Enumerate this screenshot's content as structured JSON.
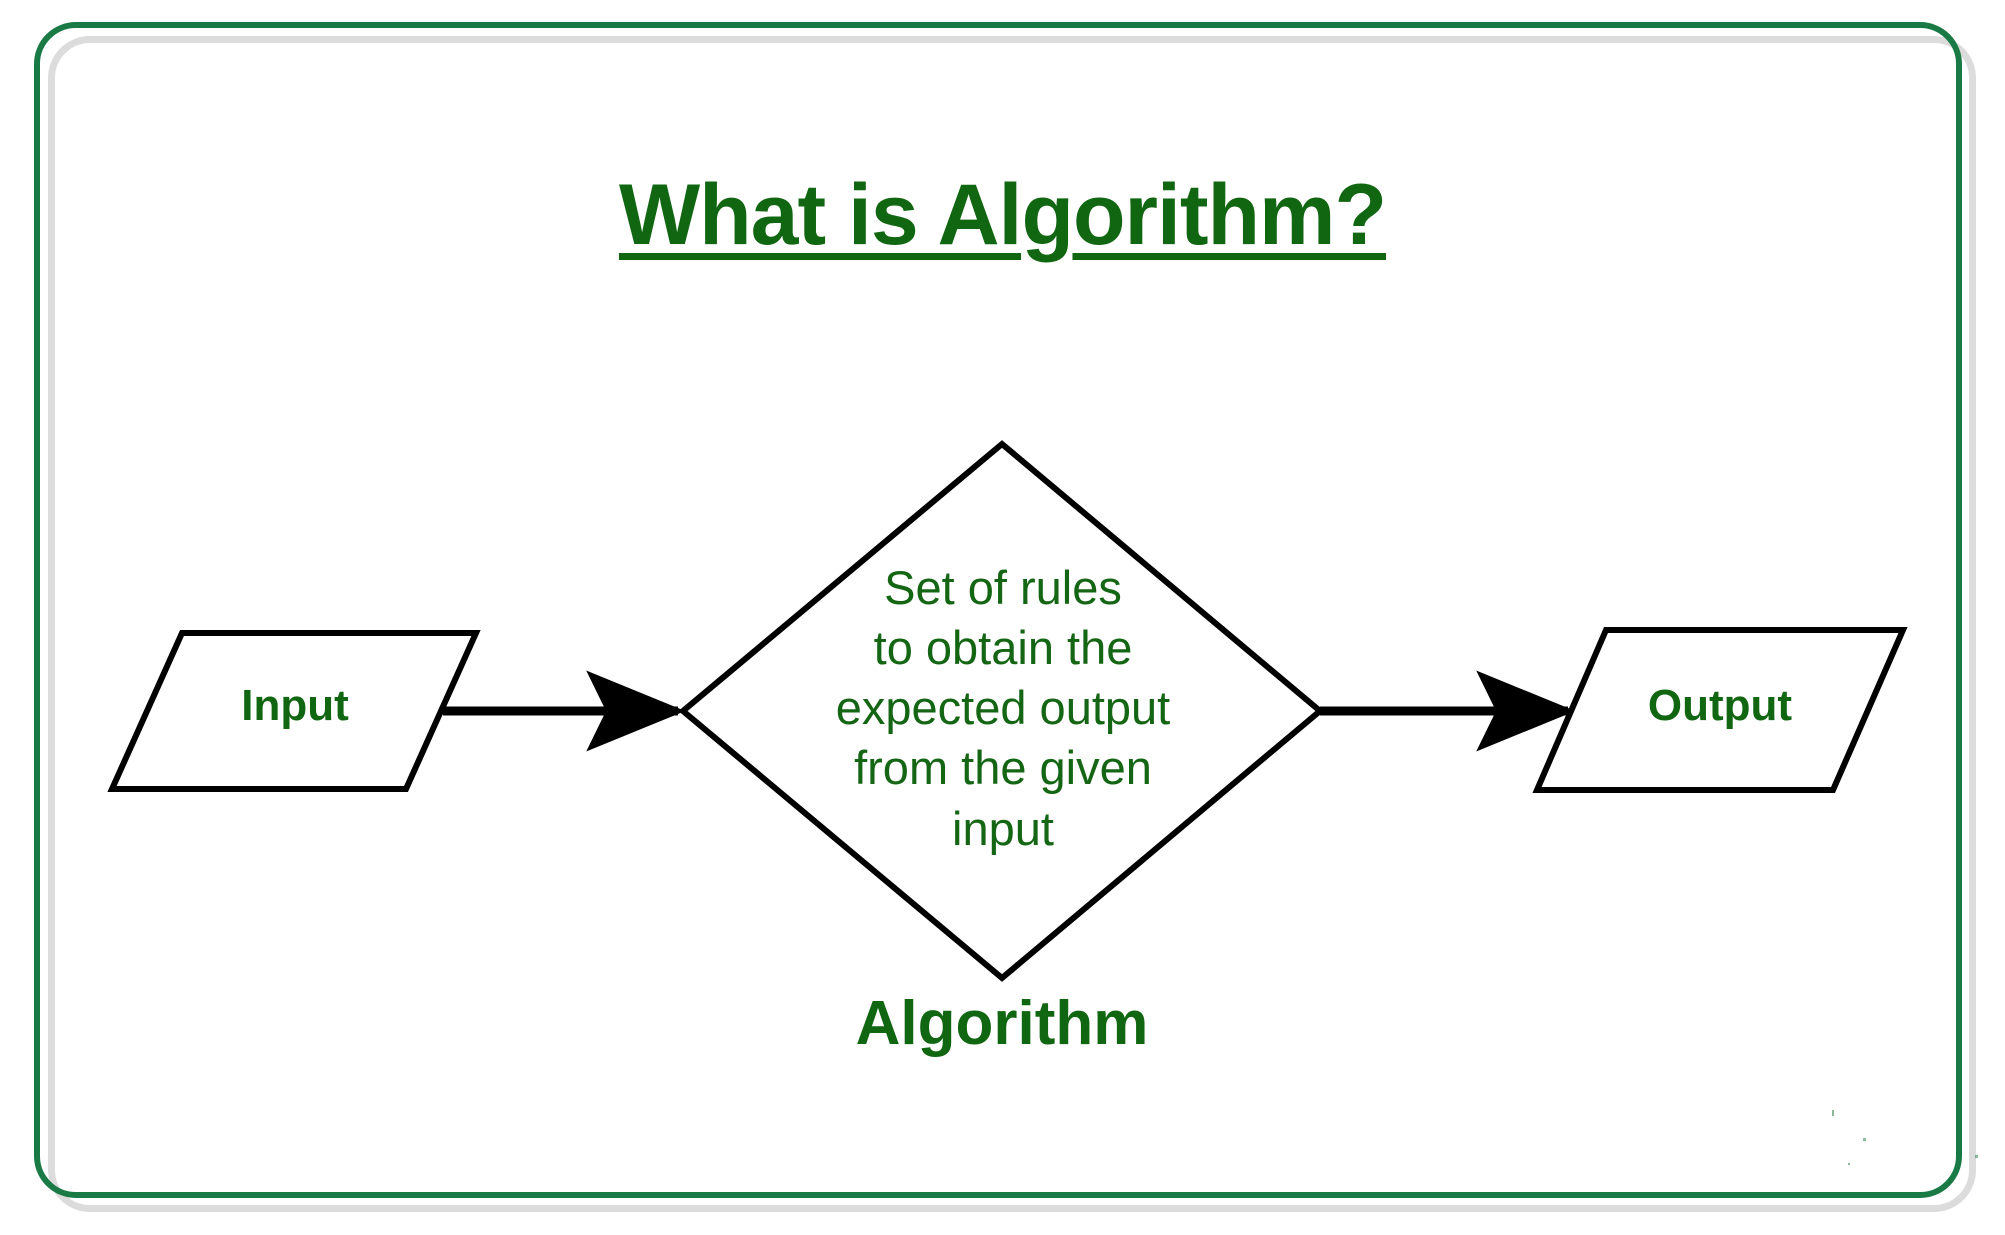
{
  "slide": {
    "title": "What is Algorithm?",
    "frame": {
      "outer_color": "#1a7a45",
      "inner_color": "#dcdcdc"
    },
    "colors": {
      "text_green": "#116611",
      "body_green": "#146614",
      "stroke_black": "#000000",
      "background": "#ffffff"
    }
  },
  "diagram": {
    "type": "flowchart",
    "nodes": [
      {
        "id": "input",
        "shape": "parallelogram",
        "label": "Input",
        "bold": true
      },
      {
        "id": "algorithm",
        "shape": "diamond",
        "label": "Set of rules to obtain the expected output from the given input",
        "lines": [
          "Set of rules",
          "to obtain the",
          "expected output",
          "from the given",
          "input"
        ],
        "caption": "Algorithm",
        "bold": false
      },
      {
        "id": "output",
        "shape": "parallelogram",
        "label": "Output",
        "bold": true
      }
    ],
    "edges": [
      {
        "from": "input",
        "to": "algorithm",
        "style": "solid-arrow",
        "label": ""
      },
      {
        "from": "algorithm",
        "to": "output",
        "style": "solid-arrow",
        "label": ""
      }
    ]
  }
}
